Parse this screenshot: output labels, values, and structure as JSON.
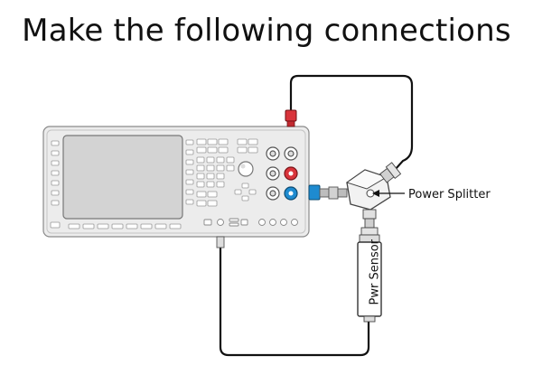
{
  "title": "Make the following connections",
  "labels": {
    "power_splitter": "Power Splitter",
    "power_sensor": "Pwr Sensor"
  },
  "colors": {
    "red_connector": "#d9343b",
    "blue_connector": "#1e8bd0",
    "instrument_body": "#eeeeee",
    "screen": "#d5d5d5",
    "cable": "#111111"
  },
  "icons": [
    "signal-analyzer",
    "power-splitter",
    "power-sensor",
    "rf-cable"
  ]
}
